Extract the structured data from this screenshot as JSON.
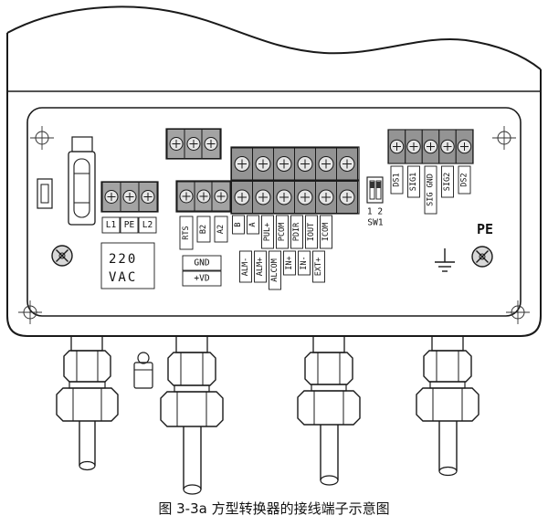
{
  "caption": "图 3-3a 方型转换器的接线端子示意图",
  "power": {
    "terminals": [
      "L1",
      "PE",
      "L2"
    ],
    "rating_line1": "220",
    "rating_line2": "VAC"
  },
  "comm": {
    "labels": [
      "RTS",
      "B2",
      "A2"
    ],
    "aux": [
      "GND",
      "+VD"
    ]
  },
  "io": {
    "upper": [
      "B",
      "A",
      "PUL+",
      "PCOM",
      "PDIR",
      "IOUT",
      "ICOM"
    ],
    "lower": [
      "ALM-",
      "ALM+",
      "ALCOM",
      "IN+",
      "IN-",
      "EXT+"
    ]
  },
  "signal": {
    "labels": [
      "DS1",
      "SIG1",
      "SIG GND",
      "SIG2",
      "DS2"
    ]
  },
  "dip": {
    "numbers": "1 2",
    "label": "SW1"
  },
  "ground_label": "PE"
}
